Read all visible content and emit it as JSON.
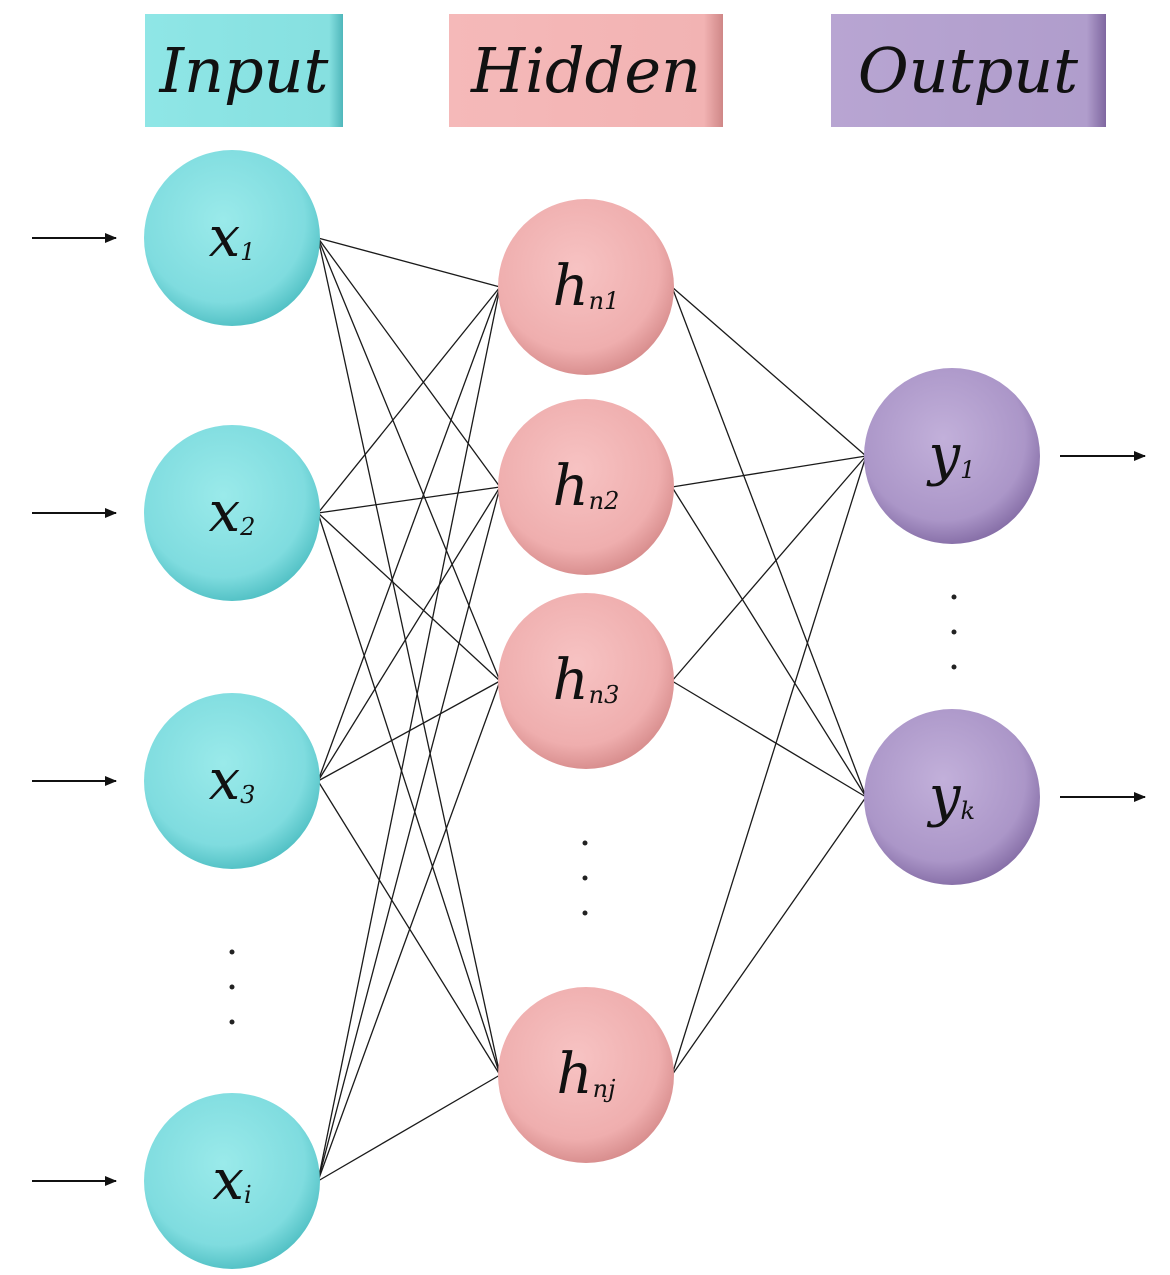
{
  "headers": {
    "input": "Input",
    "hidden": "Hidden",
    "output": "Output"
  },
  "colors": {
    "input": "#8ee4e4",
    "input_dark": "#4cc0c4",
    "hidden": "#f2b3b3",
    "hidden_dark": "#d98c8c",
    "output": "#b5a1cf",
    "output_dark": "#8a72ab"
  },
  "nodes": {
    "input": [
      {
        "base": "x",
        "sub": "1"
      },
      {
        "base": "x",
        "sub": "2"
      },
      {
        "base": "x",
        "sub": "3"
      },
      {
        "base": "x",
        "sub": "i"
      }
    ],
    "hidden": [
      {
        "base": "h",
        "sub": "n1"
      },
      {
        "base": "h",
        "sub": "n2"
      },
      {
        "base": "h",
        "sub": "n3"
      },
      {
        "base": "h",
        "sub": "nj"
      }
    ],
    "output": [
      {
        "base": "y",
        "sub": "1"
      },
      {
        "base": "y",
        "sub": "k"
      }
    ]
  },
  "ellipses": {
    "input": "⋮",
    "hidden": "⋮",
    "output": "⋮"
  }
}
